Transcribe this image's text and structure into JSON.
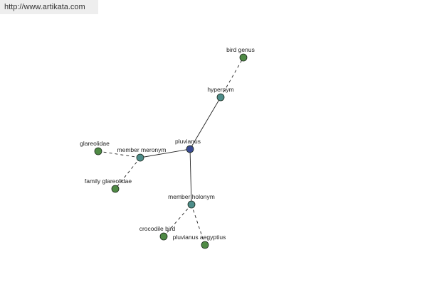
{
  "header": {
    "url": "http://www.artikata.com"
  },
  "graph": {
    "nodes": [
      {
        "id": "pluvianus",
        "label": "pluvianus",
        "kind": "focus",
        "color": "#3a4a92"
      },
      {
        "id": "hypernym",
        "label": "hypernym",
        "kind": "relation",
        "color": "#4e8d8a"
      },
      {
        "id": "bird_genus",
        "label": "bird genus",
        "kind": "term",
        "color": "#4f8a45"
      },
      {
        "id": "member_meronym",
        "label": "member meronym",
        "kind": "relation",
        "color": "#4e8d8a"
      },
      {
        "id": "glareolidae",
        "label": "glareolidae",
        "kind": "term",
        "color": "#4f8a45"
      },
      {
        "id": "family_glareolidae",
        "label": "family glareolidae",
        "kind": "term",
        "color": "#4f8a45"
      },
      {
        "id": "member_holonym",
        "label": "member holonym",
        "kind": "relation",
        "color": "#4e8d8a"
      },
      {
        "id": "crocodile_bird",
        "label": "crocodile bird",
        "kind": "term",
        "color": "#4f8a45"
      },
      {
        "id": "pluvianus_aegyptius",
        "label": "pluvianus aegyptius",
        "kind": "term",
        "color": "#4f8a45"
      }
    ],
    "edges": [
      {
        "from": "pluvianus",
        "to": "hypernym",
        "style": "solid"
      },
      {
        "from": "hypernym",
        "to": "bird_genus",
        "style": "dashed"
      },
      {
        "from": "pluvianus",
        "to": "member_meronym",
        "style": "solid"
      },
      {
        "from": "member_meronym",
        "to": "glareolidae",
        "style": "dashed"
      },
      {
        "from": "member_meronym",
        "to": "family_glareolidae",
        "style": "dashed"
      },
      {
        "from": "pluvianus",
        "to": "member_holonym",
        "style": "solid"
      },
      {
        "from": "member_holonym",
        "to": "crocodile_bird",
        "style": "dashed"
      },
      {
        "from": "member_holonym",
        "to": "pluvianus_aegyptius",
        "style": "dashed"
      }
    ]
  }
}
